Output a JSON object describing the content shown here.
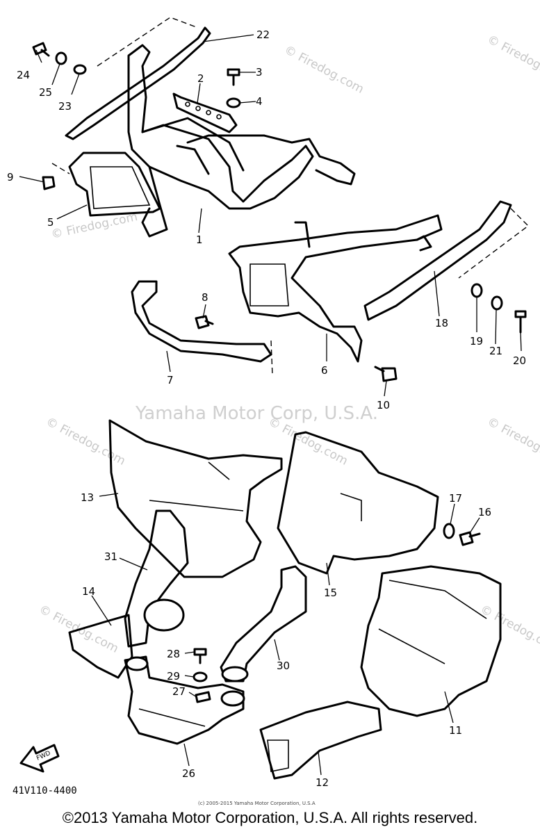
{
  "watermark": {
    "site": "© Firedog.com",
    "center": "Yamaha Motor Corp, U.S.A."
  },
  "diagram_code": "41V110-4400",
  "small_copyright": "(c) 2005-2015 Yamaha Motor Corporation, U.S.A",
  "copyright": "©2013 Yamaha Motor Corporation, U.S.A. All rights reserved.",
  "fwd_label": "FWD",
  "callouts": [
    "1",
    "2",
    "3",
    "4",
    "5",
    "6",
    "7",
    "8",
    "9",
    "10",
    "11",
    "12",
    "13",
    "14",
    "15",
    "16",
    "17",
    "18",
    "19",
    "20",
    "21",
    "22",
    "23",
    "24",
    "25",
    "26",
    "27",
    "28",
    "29",
    "30",
    "31"
  ]
}
